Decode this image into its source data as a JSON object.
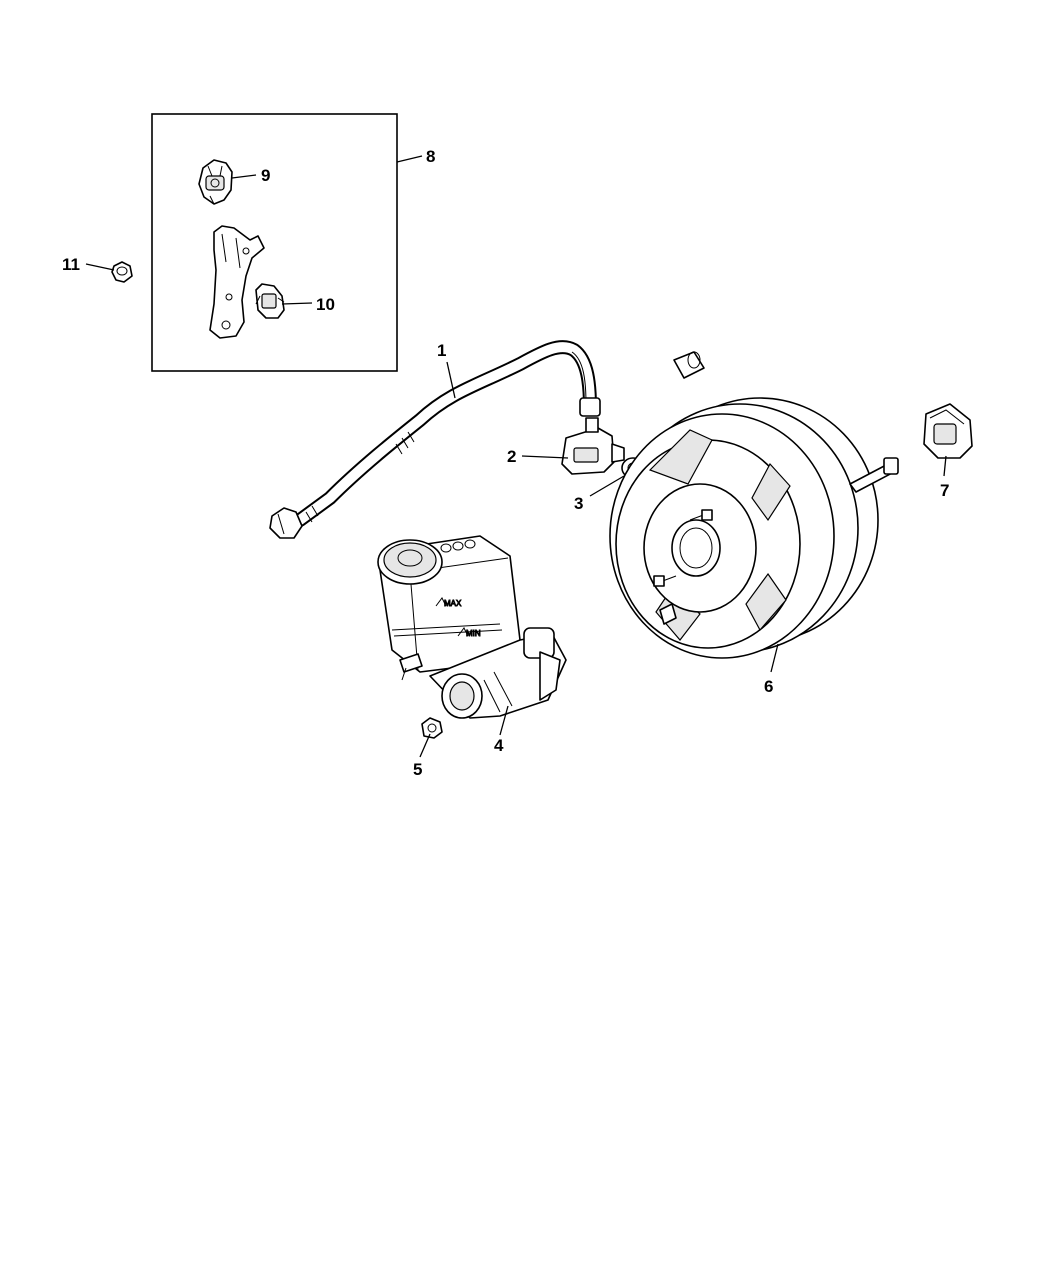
{
  "callouts": {
    "c1": "1",
    "c2": "2",
    "c3": "3",
    "c4": "4",
    "c5": "5",
    "c6": "6",
    "c7": "7",
    "c8": "8",
    "c9": "9",
    "c10": "10",
    "c11": "11"
  },
  "reservoir_marks": {
    "max": "MAX",
    "min": "MIN"
  }
}
